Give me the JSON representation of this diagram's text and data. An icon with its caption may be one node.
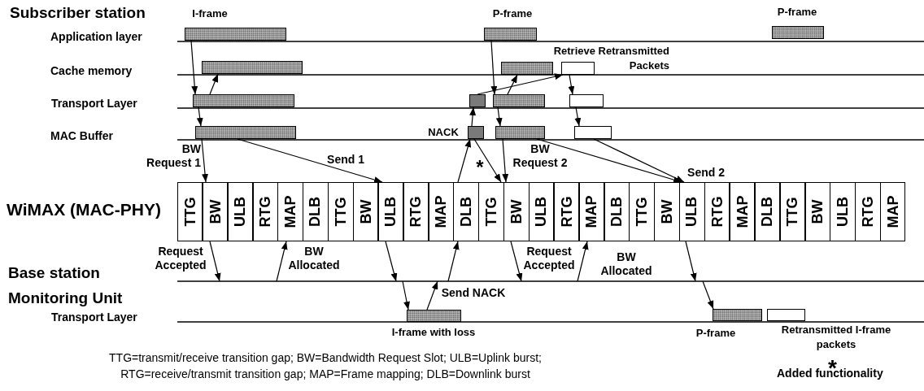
{
  "diagram": {
    "caption": "TTG=transmit/receive transition gap; BW=Bandwidth Request Slot; ULB=Uplink burst; RTG=receive/transmit transition gap; MAP=Frame mapping; DLB=Downlink burst",
    "nodes": [
      {
        "text": [],
        "shape": "bar",
        "beside": [
          "I-frame"
        ]
      },
      {
        "text": [],
        "shape": "bar",
        "beside": [
          "P-frame"
        ]
      },
      {
        "text": [],
        "shape": "bar",
        "beside": [
          "P-frame"
        ]
      },
      {
        "text": [],
        "shape": "bar"
      },
      {
        "text": [],
        "shape": "bar"
      },
      {
        "text": [],
        "shape": "bar",
        "beside": [
          "Retrieve Retransmitted Packets"
        ]
      },
      {
        "text": [],
        "shape": "bar"
      },
      {
        "text": [],
        "shape": "bar"
      },
      {
        "text": [],
        "shape": "bar"
      },
      {
        "text": [],
        "shape": "bar"
      },
      {
        "text": [],
        "shape": "bar"
      },
      {
        "text": [],
        "shape": "bar",
        "beside": [
          "NACK"
        ]
      },
      {
        "text": [],
        "shape": "bar"
      },
      {
        "text": [],
        "shape": "bar"
      },
      {
        "text": [
          "TTG"
        ]
      },
      {
        "text": [
          "BW"
        ]
      },
      {
        "text": [
          "ULB"
        ]
      },
      {
        "text": [
          "RTG"
        ]
      },
      {
        "text": [
          "MAP"
        ]
      },
      {
        "text": [
          "DLB"
        ]
      },
      {
        "text": [
          "TTG"
        ]
      },
      {
        "text": [
          "BW"
        ]
      },
      {
        "text": [
          "ULB"
        ]
      },
      {
        "text": [
          "RTG"
        ]
      },
      {
        "text": [
          "MAP"
        ]
      },
      {
        "text": [
          "DLB"
        ]
      },
      {
        "text": [
          "TTG"
        ]
      },
      {
        "text": [
          "BW"
        ]
      },
      {
        "text": [
          "ULB"
        ]
      },
      {
        "text": [
          "RTG"
        ]
      },
      {
        "text": [
          "MAP"
        ]
      },
      {
        "text": [
          "DLB"
        ]
      },
      {
        "text": [
          "TTG"
        ]
      },
      {
        "text": [
          "BW"
        ]
      },
      {
        "text": [
          "ULB"
        ]
      },
      {
        "text": [
          "RTG"
        ]
      },
      {
        "text": [
          "MAP"
        ]
      },
      {
        "text": [
          "DLB"
        ]
      },
      {
        "text": [
          "TTG"
        ]
      },
      {
        "text": [
          "BW"
        ]
      },
      {
        "text": [
          "ULB"
        ]
      },
      {
        "text": [
          "RTG"
        ]
      },
      {
        "text": [
          "MAP"
        ]
      },
      {
        "text": [],
        "shape": "bar",
        "beside": [
          "I-frame with loss"
        ]
      },
      {
        "text": [],
        "shape": "bar",
        "beside": [
          "P-frame"
        ]
      },
      {
        "text": [],
        "shape": "bar",
        "beside": [
          "Retransmitted I-frame packets"
        ]
      }
    ],
    "edges": [
      {
        "from": 0,
        "to": 6,
        "arrow": "to"
      },
      {
        "from": 6,
        "to": 3,
        "arrow": "to"
      },
      {
        "from": 6,
        "to": 10,
        "arrow": "to"
      },
      {
        "from": 10,
        "to": 15,
        "arrow": "to",
        "label": "BW Request 1"
      },
      {
        "from": 10,
        "to": 22,
        "arrow": "to",
        "label": "Send 1"
      },
      {
        "from": 15,
        "to": null,
        "arrow": "to",
        "label": "Request Accepted"
      },
      {
        "from": null,
        "to": 18,
        "arrow": "to",
        "label": "BW Allocated"
      },
      {
        "from": 22,
        "to": null,
        "arrow": "to"
      },
      {
        "from": null,
        "to": 43,
        "arrow": "to"
      },
      {
        "from": 43,
        "to": null,
        "arrow": "to",
        "label": "Send NACK"
      },
      {
        "from": null,
        "to": 25,
        "arrow": "to"
      },
      {
        "from": 25,
        "to": 11,
        "arrow": "to"
      },
      {
        "from": 11,
        "to": 7,
        "arrow": "to"
      },
      {
        "from": 7,
        "to": 5,
        "arrow": "to"
      },
      {
        "from": 1,
        "to": 8,
        "arrow": "to"
      },
      {
        "from": 8,
        "to": 4,
        "arrow": "to"
      },
      {
        "from": 8,
        "to": 12,
        "arrow": "to"
      },
      {
        "from": 11,
        "to": 26,
        "arrow": "to",
        "label": "*"
      },
      {
        "from": 12,
        "to": 27,
        "arrow": "to",
        "label": "BW Request 2"
      },
      {
        "from": 5,
        "to": 9,
        "arrow": "to"
      },
      {
        "from": 9,
        "to": 13,
        "arrow": "to"
      },
      {
        "from": 12,
        "to": 34,
        "arrow": "to"
      },
      {
        "from": 13,
        "to": 34,
        "arrow": "to",
        "label": "Send 2"
      },
      {
        "from": 27,
        "to": null,
        "arrow": "to",
        "label": "Request Accepted"
      },
      {
        "from": null,
        "to": 30,
        "arrow": "to",
        "label": "BW Allocated"
      },
      {
        "from": 34,
        "to": null,
        "arrow": "to"
      },
      {
        "from": null,
        "to": 44,
        "arrow": "to"
      }
    ],
    "labels": [
      "Subscriber station",
      "Application layer",
      "Cache memory",
      "Transport Layer",
      "MAC Buffer",
      "WiMAX (MAC-PHY)",
      "Base station",
      "Monitoring Unit",
      "Transport Layer",
      "*",
      "Added functionality"
    ]
  }
}
